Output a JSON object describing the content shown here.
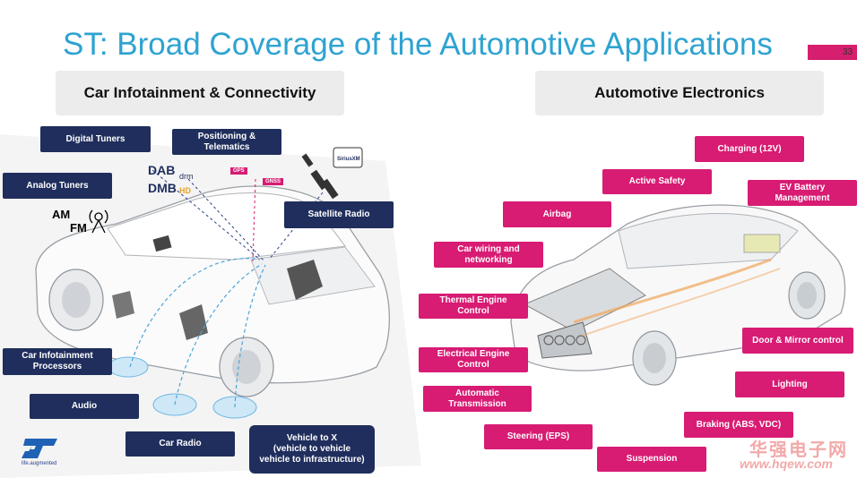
{
  "title": "ST: Broad Coverage of the Automotive Applications",
  "page_number": "33",
  "left_section": {
    "title": "Car Infotainment & Connectivity"
  },
  "right_section": {
    "title": "Automotive Electronics"
  },
  "left_labels": {
    "digital_tuners": "Digital Tuners",
    "positioning": "Positioning &\nTelematics",
    "analog_tuners": "Analog Tuners",
    "satellite_radio": "Satellite Radio",
    "infotainment_processors": "Car Infotainment\nProcessors",
    "audio": "Audio",
    "car_radio": "Car Radio",
    "v2x": "Vehicle to X\n(vehicle to vehicle\nvehicle to infrastructure)"
  },
  "right_labels": {
    "charging": "Charging (12V)",
    "active_safety": "Active Safety",
    "ev_battery": "EV Battery\nManagement",
    "airbag": "Airbag",
    "wiring": "Car wiring and\nnetworking",
    "thermal": "Thermal Engine\nControl",
    "electrical": "Electrical Engine\nControl",
    "door_mirror": "Door & Mirror control",
    "transmission": "Automatic\nTransmission",
    "lighting": "Lighting",
    "braking": "Braking (ABS, VDC)",
    "steering": "Steering (EPS)",
    "suspension": "Suspension"
  },
  "am_fm": {
    "am": "AM",
    "fm": "FM"
  },
  "gps_tags": {
    "gps": "GPS",
    "gnss": "GNSS"
  },
  "brand": {
    "tagline": "life.augmented"
  },
  "watermark": {
    "cn": "华强电子网",
    "url": "www.hqew.com"
  },
  "colors": {
    "title": "#2ea3d1",
    "navy": "#1f2e5c",
    "pink": "#d81b73",
    "page_bar": "#d61f6e"
  }
}
